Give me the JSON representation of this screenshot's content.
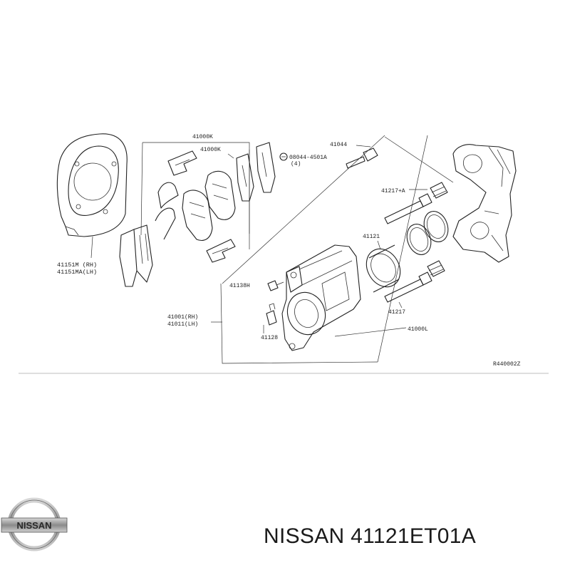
{
  "diagram": {
    "labels": {
      "top_partial": "41000K",
      "pad_kit": "41000K",
      "bolt_41044": "41044",
      "bolt_ref": "08044-4501A",
      "bolt_qty": "(4)",
      "pin_top": "41217+A",
      "piston": "41121",
      "shield_rh": "41151M (RH)",
      "shield_lh": "41151MA(LH)",
      "bleeder_bolt": "41138H",
      "caliper_rh": "41001(RH)",
      "caliper_lh": "41011(LH)",
      "pin_bottom": "41217",
      "bleeder": "41128",
      "caliper_assy": "41000L",
      "ref_code": "R440002Z"
    }
  },
  "footer": {
    "brand": "NISSAN",
    "part_number": "NISSAN 41121ET01A"
  }
}
